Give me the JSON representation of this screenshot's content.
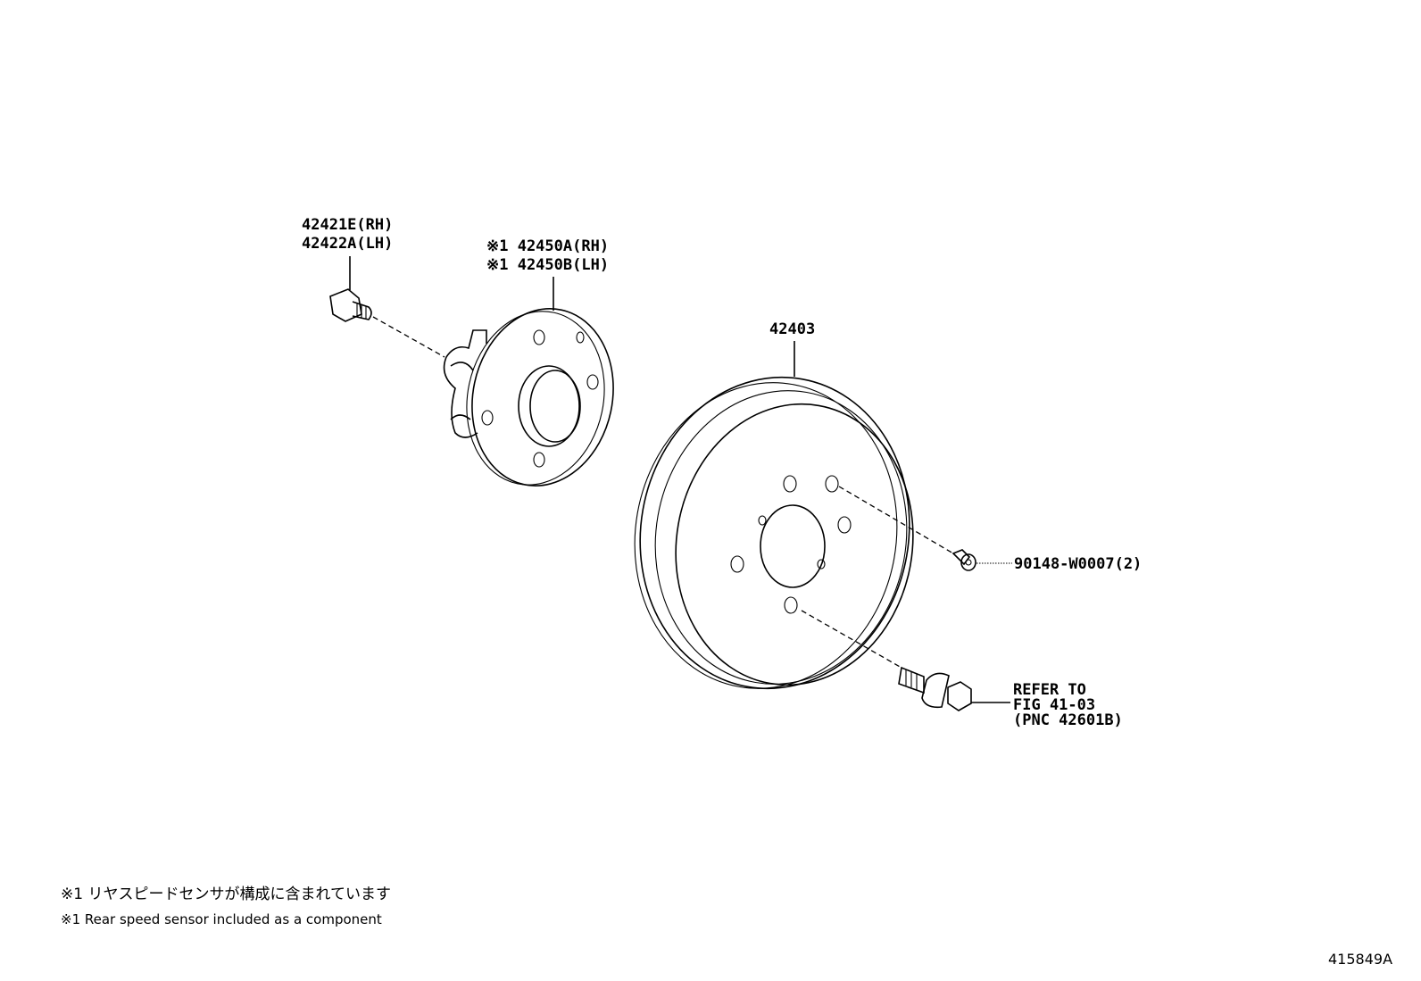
{
  "parts": {
    "hub_bolt": {
      "line1": "42421E(RH)",
      "line2": "42422A(LH)"
    },
    "hub_bearing": {
      "line1": "※1 42450A(RH)",
      "line2": "※1 42450B(LH)"
    },
    "brake_drum": {
      "label": "42403"
    },
    "screw": {
      "label": "90148-W0007(2)"
    },
    "hub_nut_ref": {
      "line1": "REFER TO",
      "line2": "FIG 41-03",
      "line3": "(PNC 42601B)"
    }
  },
  "notes": {
    "japanese": "※1 リヤスピードセンサが構成に含まれています",
    "english": "※1 Rear speed sensor included as a component"
  },
  "figure_id": "415849A"
}
